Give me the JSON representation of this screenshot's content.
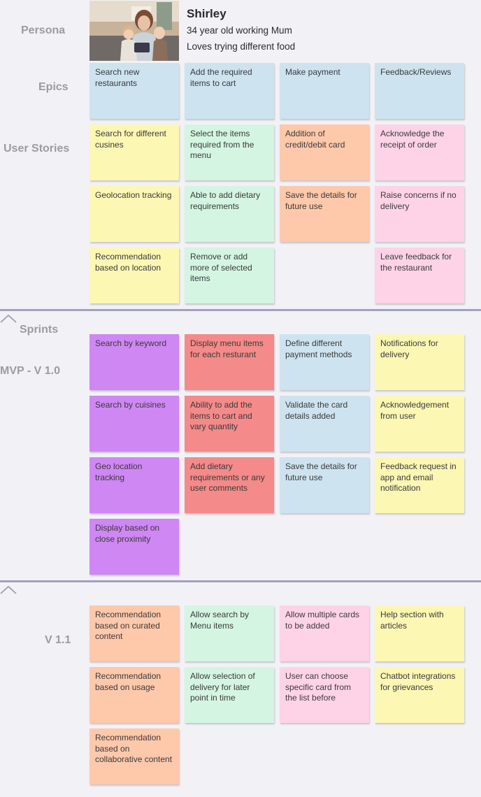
{
  "persona": {
    "label": "Persona",
    "name": "Shirley",
    "line1": "34 year old working Mum",
    "line2": "Loves trying different food",
    "photo_icon": "mother-children-photo"
  },
  "labels": {
    "epics": "Epics",
    "user_stories": "User Stories",
    "sprints": "Sprints",
    "mvp": "MVP - V 1.0",
    "v11": "V 1.1"
  },
  "epics": [
    "Search new restaurants",
    "Add the required items to cart",
    "Make payment",
    "Feedback/Reviews"
  ],
  "user_stories": {
    "col1": [
      "Search for different cusines",
      "Geolocation tracking",
      "Recommendation based on location"
    ],
    "col2": [
      "Select the items required from the menu",
      "Able to add dietary requirements",
      "Remove or add more of selected items"
    ],
    "col3": [
      "Addition of credit/debit card",
      "Save the details for future use"
    ],
    "col4": [
      "Acknowledge the receipt of order",
      "Raise concerns if no delivery",
      "Leave feedback for the restaurant"
    ]
  },
  "mvp": {
    "col1": [
      "Search by keyword",
      "Search by cuisines",
      "Geo location tracking",
      "Display based on close proximity"
    ],
    "col2": [
      "Display menu items for each resturant",
      "Ability to add the items to cart and vary quantity",
      "Add dietary requirements or any user comments"
    ],
    "col3": [
      "Define different payment methods",
      "Validate the card details added",
      "Save the details for future use"
    ],
    "col4": [
      "Notifications for delivery",
      "Acknowledgement from user",
      "Feedback request in app and email notification"
    ]
  },
  "v11": {
    "col1": [
      "Recommendation based on curated content",
      "Recommendation based on usage",
      "Recommendation based on collaborative content"
    ],
    "col2": [
      "Allow search by Menu items",
      "Allow selection of delivery for later point in time"
    ],
    "col3": [
      "Allow multiple cards to be added",
      "User can choose specific card from the list before"
    ],
    "col4": [
      "Help section with articles",
      "Chatbot integrations for grievances"
    ]
  },
  "icons": {
    "collapse_1": "chevron-up-icon",
    "collapse_2": "chevron-up-icon"
  }
}
